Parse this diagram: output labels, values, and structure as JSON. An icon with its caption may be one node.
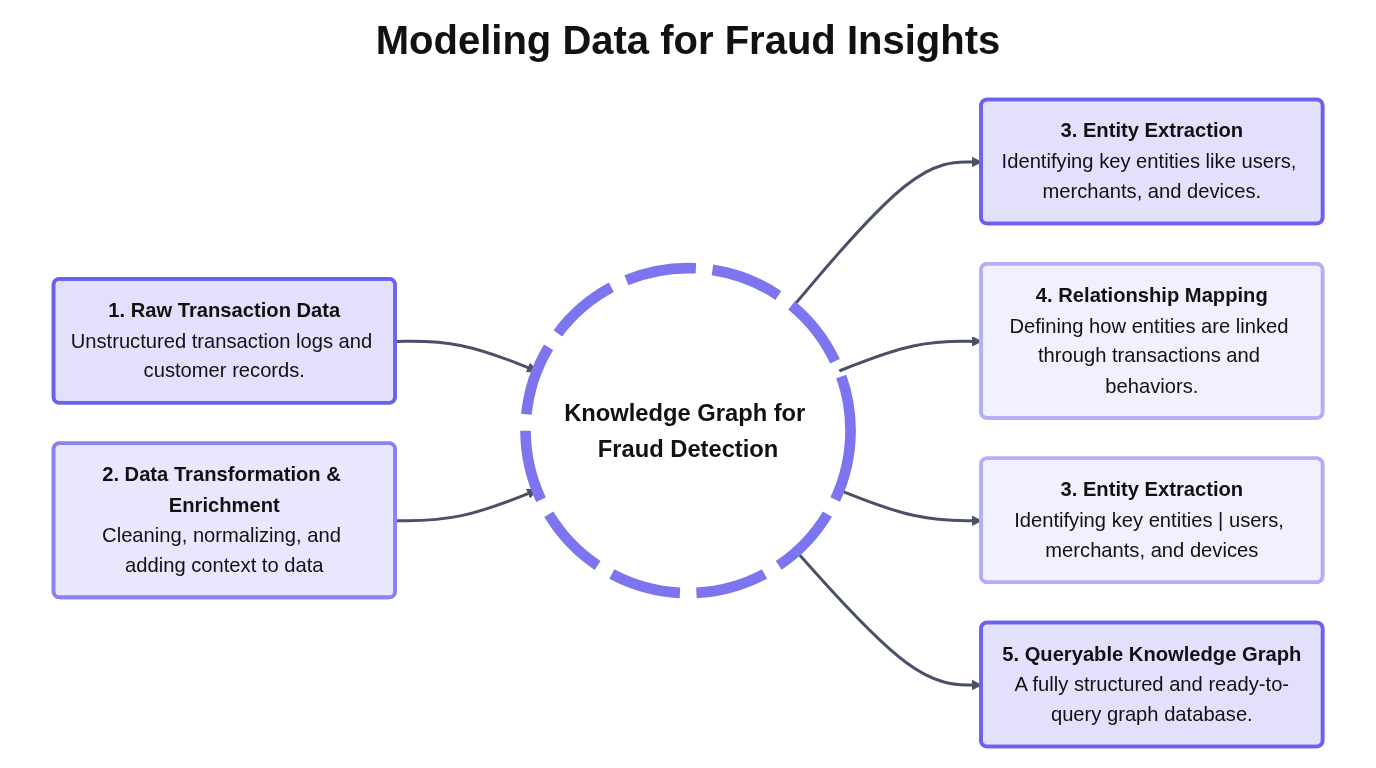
{
  "diagram": {
    "title": "Modeling Data for Fraud Insights",
    "nodes": [
      {
        "text": [
          "1. Raw Transaction Data",
          "Unstructured transaction logs and customer records."
        ]
      },
      {
        "text": [
          "3. Entity Extraction",
          "Identifying key entities like users, merchants, and devices."
        ]
      },
      {
        "text": [
          "2. Data Transformation & Enrichment",
          "Cleaning, normalizing, and adding context to data"
        ]
      },
      {
        "text": [
          "Knowledge Graph for Fraud Detection"
        ]
      },
      {
        "text": [
          "4. Relationship Mapping",
          "Defining how entities are linked through transactions and behaviors."
        ]
      },
      {
        "text": [
          "3. Entity Extraction",
          "Identifying key entities | users, merchants, and devices"
        ]
      },
      {
        "text": [
          "5. Queryable Knowledge Graph",
          "A fully structured and ready-to-query graph database."
        ]
      }
    ],
    "edges": [
      {
        "from": 0,
        "to": 3,
        "arrow": "to"
      },
      {
        "from": 2,
        "to": 3,
        "arrow": "to"
      },
      {
        "from": 3,
        "to": 1,
        "arrow": "to"
      },
      {
        "from": 3,
        "to": 4,
        "arrow": "to"
      },
      {
        "from": 3,
        "to": 5,
        "arrow": "to"
      },
      {
        "from": 3,
        "to": 6,
        "arrow": "to"
      }
    ]
  }
}
